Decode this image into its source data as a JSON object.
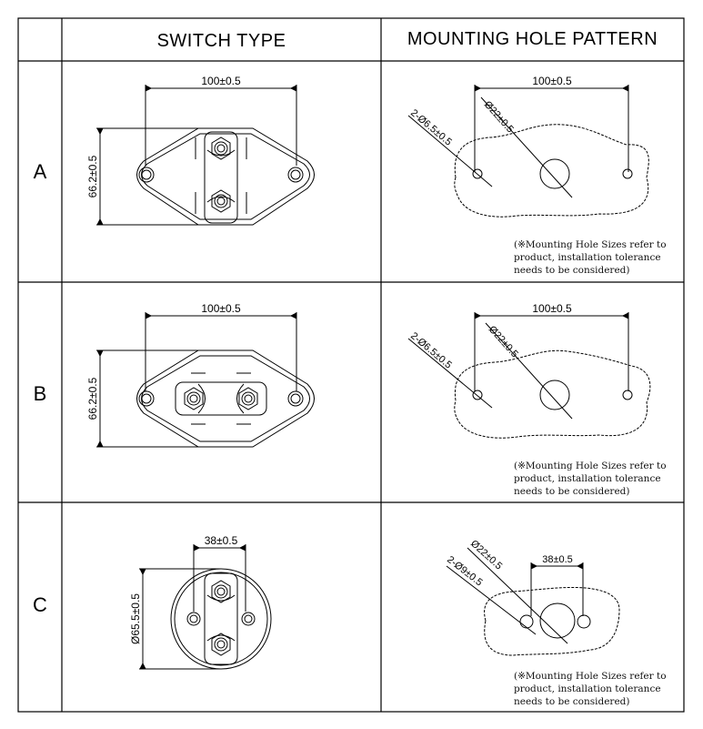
{
  "headers": {
    "switch_type": "SWITCH TYPE",
    "mounting_hole_pattern": "MOUNTING HOLE PATTERN"
  },
  "rows": [
    {
      "label": "A",
      "switch": {
        "width_dim": "100±0.5",
        "height_dim": "66.2±0.5"
      },
      "pattern": {
        "spacing_dim": "100±0.5",
        "center_hole_dim": "Ø22±0.5",
        "side_holes_dim": "2-Ø6.5±0.5"
      },
      "note": [
        "(※Mounting Hole Sizes refer to",
        "product, installation tolerance",
        "needs to be considered)"
      ]
    },
    {
      "label": "B",
      "switch": {
        "width_dim": "100±0.5",
        "height_dim": "66.2±0.5"
      },
      "pattern": {
        "spacing_dim": "100±0.5",
        "center_hole_dim": "Ø22±0.5",
        "side_holes_dim": "2-Ø6.5±0.5"
      },
      "note": [
        "(※Mounting Hole Sizes refer to",
        "product, installation tolerance",
        "needs to be considered)"
      ]
    },
    {
      "label": "C",
      "switch": {
        "width_dim": "38±0.5",
        "diameter_dim": "Ø65.5±0.5"
      },
      "pattern": {
        "spacing_dim": "38±0.5",
        "center_hole_dim": "Ø22±0.5",
        "side_holes_dim": "2-Ø9±0.5"
      },
      "note": [
        "(※Mounting Hole Sizes refer to",
        "product, installation tolerance",
        "needs to be considered)"
      ]
    }
  ]
}
